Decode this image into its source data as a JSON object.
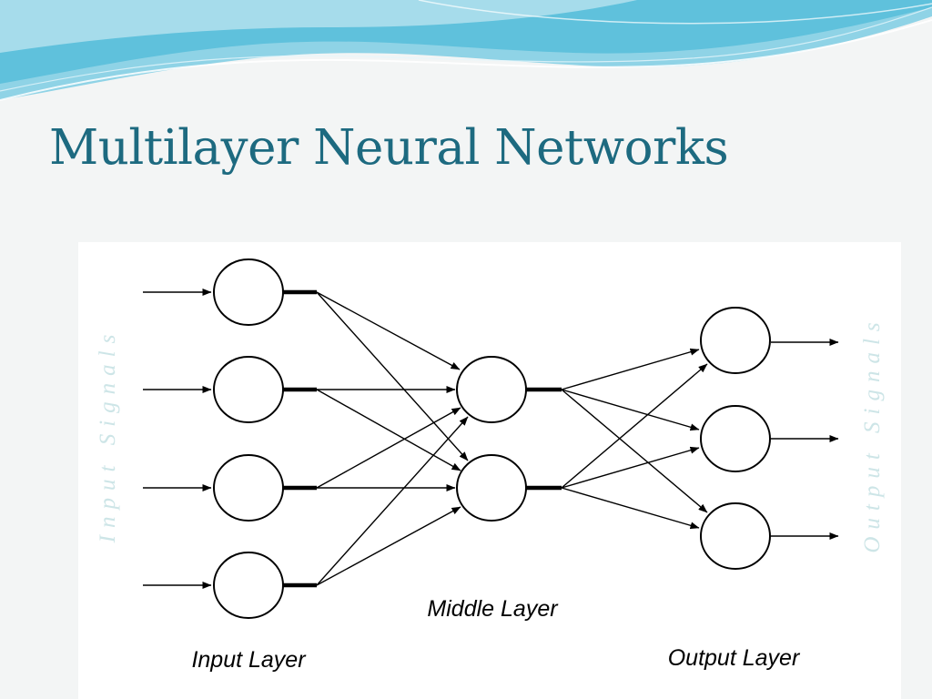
{
  "slide": {
    "title": "Multilayer Neural Networks"
  },
  "diagram": {
    "labels": {
      "input_layer": "Input Layer",
      "middle_layer": "Middle Layer",
      "output_layer": "Output Layer",
      "input_signals": "Input Signals",
      "output_signals": "Output Signals"
    },
    "layers": {
      "input_nodes": 4,
      "middle_nodes": 2,
      "output_nodes": 3
    },
    "connectivity": "fully-connected"
  },
  "colors": {
    "title": "#1d6a80",
    "wave_primary": "#5fc1dc",
    "wave_light": "#b4e3ef",
    "side_label": "#cde5e7"
  }
}
